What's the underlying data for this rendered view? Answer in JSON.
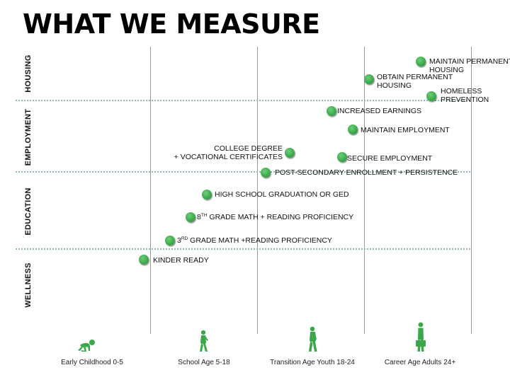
{
  "title": "WHAT WE MEASURE",
  "rows": [
    {
      "label": "HOUSING"
    },
    {
      "label": "EMPLOYMENT"
    },
    {
      "label": "EDUCATION"
    },
    {
      "label": "WELLNESS"
    }
  ],
  "stages": [
    {
      "label": "Early Childhood 0-5",
      "icon": "crawling-baby-icon"
    },
    {
      "label": "School Age 5-18",
      "icon": "child-icon"
    },
    {
      "label": "Transition Age Youth 18-24",
      "icon": "youth-icon"
    },
    {
      "label": "Career Age Adults 24+",
      "icon": "adult-with-briefcase-icon"
    }
  ],
  "measures": [
    {
      "name": "kinder-ready",
      "line1": "KINDER READY"
    },
    {
      "name": "grade3-math-reading",
      "pre": "3",
      "sup": "RD",
      "line1": " GRADE MATH +READING PROFICIENCY"
    },
    {
      "name": "grade8-math-reading",
      "pre": "8",
      "sup": "TH",
      "line1": " GRADE MATH + READING PROFICIENCY"
    },
    {
      "name": "high-school-graduation",
      "line1": "HIGH SCHOOL GRADUATION OR GED"
    },
    {
      "name": "post-secondary",
      "line1": "POST-SECONDARY ENROLLMENT + PERSISTENCE"
    },
    {
      "name": "college-degree",
      "line1": "COLLEGE DEGREE",
      "line2": "+ VOCATIONAL CERTIFICATES"
    },
    {
      "name": "secure-employment",
      "line1": "SECURE EMPLOYMENT"
    },
    {
      "name": "maintain-employment",
      "line1": "MAINTAIN EMPLOYMENT"
    },
    {
      "name": "increased-earnings",
      "line1": "INCREASED EARNINGS"
    },
    {
      "name": "homeless-prevention",
      "line1": "HOMELESS",
      "line2": "PREVENTION"
    },
    {
      "name": "obtain-permanent-housing",
      "line1": "OBTAIN PERMANENT",
      "line2": "HOUSING"
    },
    {
      "name": "maintain-permanent-housing",
      "line1": "MAINTAIN PERMANENT",
      "line2": "HOUSING"
    }
  ],
  "colors": {
    "accent": "#3aa84a",
    "divider": "#8fb7b3",
    "gridline": "#9a9a9a"
  }
}
